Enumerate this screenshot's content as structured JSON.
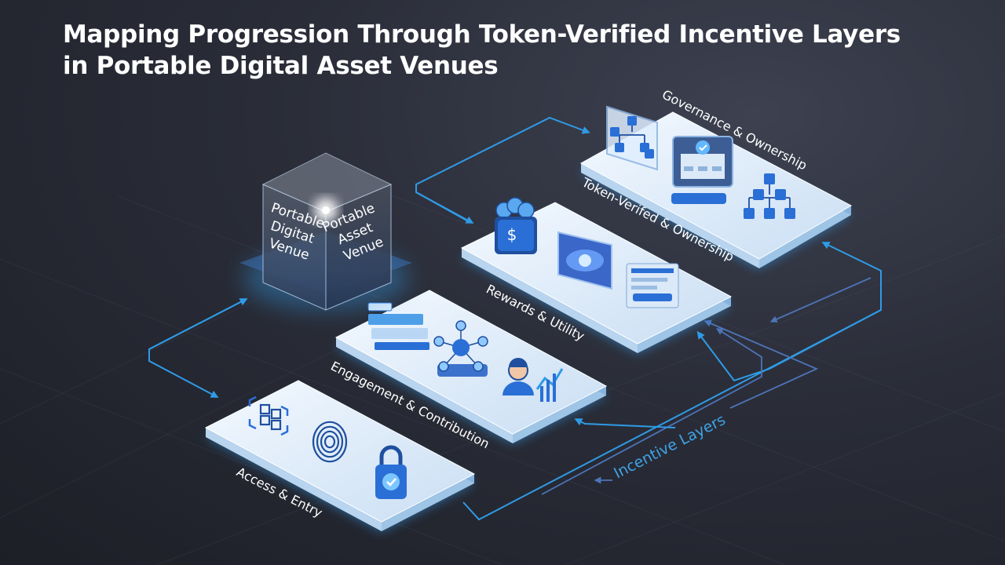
{
  "title": "Mapping Progression Through Token-Verified Incentive Layers in Portable Digital Asset Venues",
  "cube": {
    "left_face_lines": [
      "Portable",
      "Digitat",
      "Venue"
    ],
    "right_face_lines": [
      "Portable",
      "Asset",
      "Venue"
    ]
  },
  "layers": [
    {
      "label": "Access & Entry",
      "icons": [
        "qr-code-icon",
        "fingerprint-icon",
        "padlock-icon"
      ]
    },
    {
      "label": "Engagement & Contribution",
      "icons": [
        "profile-card-icon",
        "network-icon",
        "user-growth-icon"
      ]
    },
    {
      "label": "Rewards & Utility",
      "icons": [
        "wallet-icon",
        "nft-card-icon",
        "coupon-card-icon"
      ]
    },
    {
      "label": "Token-Verifed & Ownership",
      "icons": []
    },
    {
      "label": "Governance & Ownership",
      "icons": [
        "org-chart-icon",
        "vote-monitor-icon",
        "hierarchy-icon"
      ]
    }
  ],
  "feedback_label": "Incentive Layers",
  "colors": {
    "accent": "#2f9be6",
    "platform_top": "#e4f0fb",
    "platform_side": "#9ec4e6",
    "glow": "#36a8ff",
    "icon_blue": "#2a6fd6",
    "icon_dark": "#1f4f9e"
  }
}
